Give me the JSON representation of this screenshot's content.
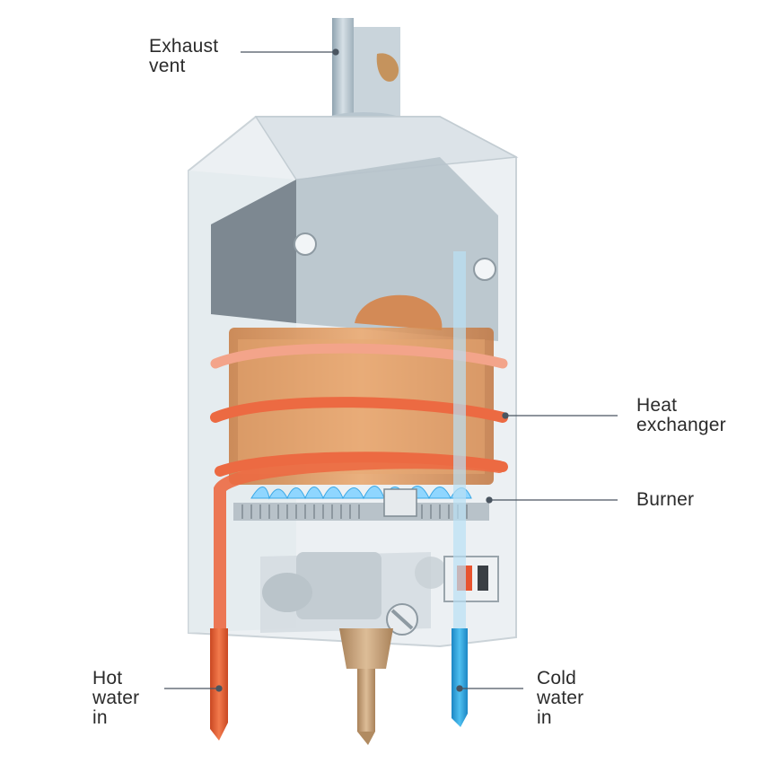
{
  "labels": {
    "exhaust_vent": [
      "Exhaust",
      "vent"
    ],
    "heat_exchanger": [
      "Heat",
      "exchanger"
    ],
    "burner": [
      "Burner"
    ],
    "hot_water_in": [
      "Hot",
      "water",
      "in"
    ],
    "cold_water_in": [
      "Cold",
      "water",
      "in"
    ]
  },
  "colors": {
    "hot_pipe": "#e8643a",
    "cold_pipe": "#2aa6e0",
    "gas_pipe": "#c9a57c",
    "copper": "#d98a4e",
    "flame": "#7fd0ff",
    "casing": "#d9dfe3",
    "leader_line": "#4a5560"
  }
}
